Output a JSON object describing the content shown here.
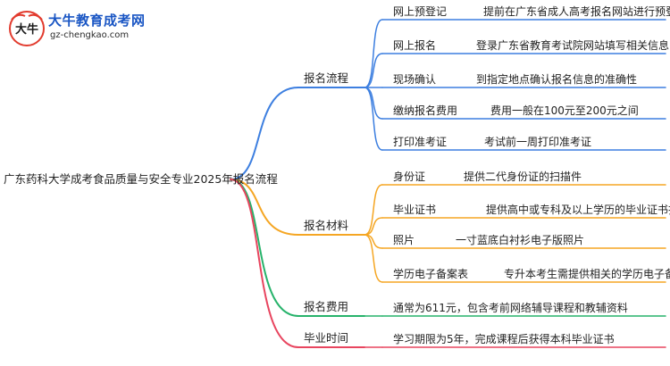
{
  "logo": {
    "title": "大牛教育成考网",
    "url": "gz-chengkao.com",
    "mark_text": "大牛"
  },
  "root": {
    "label": "广东药科大学成考食品质量与安全专业2025年报名流程"
  },
  "colors": {
    "blue": "#3d7fe0",
    "orange": "#f5a623",
    "green": "#27b36b",
    "red": "#e8455f"
  },
  "branches": [
    {
      "label": "报名流程",
      "color": "blue",
      "children": [
        {
          "label": "网上预登记",
          "detail": "提前在广东省成人高考报名网站进行预登记"
        },
        {
          "label": "网上报名",
          "detail": "登录广东省教育考试院网站填写相关信息"
        },
        {
          "label": "现场确认",
          "detail": "到指定地点确认报名信息的准确性"
        },
        {
          "label": "缴纳报名费用",
          "detail": "费用一般在100元至200元之间"
        },
        {
          "label": "打印准考证",
          "detail": "考试前一周打印准考证"
        }
      ]
    },
    {
      "label": "报名材料",
      "color": "orange",
      "children": [
        {
          "label": "身份证",
          "detail": "提供二代身份证的扫描件"
        },
        {
          "label": "毕业证书",
          "detail": "提供高中或专科及以上学历的毕业证书扫描件"
        },
        {
          "label": "照片",
          "detail": "一寸蓝底白衬衫电子版照片"
        },
        {
          "label": "学历电子备案表",
          "detail": "专升本考生需提供相关的学历电子备案表"
        }
      ]
    },
    {
      "label": "报名费用",
      "color": "green",
      "children": [
        {
          "label": "通常为611元，包含考前网络辅导课程和教辅资料",
          "detail": ""
        }
      ]
    },
    {
      "label": "毕业时间",
      "color": "red",
      "children": [
        {
          "label": "学习期限为5年，完成课程后获得本科毕业证书",
          "detail": ""
        }
      ]
    }
  ]
}
